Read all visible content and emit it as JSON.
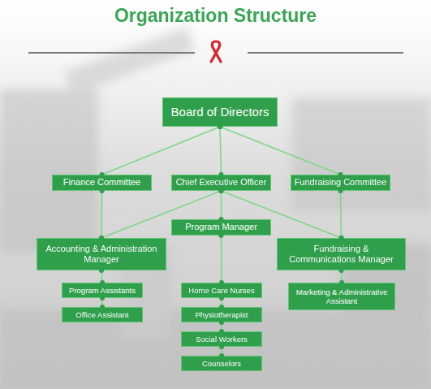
{
  "diagram": {
    "title": "Organization Structure",
    "nodes": [
      {
        "text": [
          "Board of Directors"
        ]
      },
      {
        "text": [
          "Finance Committee"
        ]
      },
      {
        "text": [
          "Chief Executive Officer"
        ]
      },
      {
        "text": [
          "Fundraising Committee"
        ]
      },
      {
        "text": [
          "Program Manager"
        ]
      },
      {
        "text": [
          "Accounting & Administration Manager"
        ]
      },
      {
        "text": [
          "Fundraising & Communications Manager"
        ]
      },
      {
        "text": [
          "Program Assistants"
        ]
      },
      {
        "text": [
          "Office Assistant"
        ]
      },
      {
        "text": [
          "Home Care Nurses"
        ]
      },
      {
        "text": [
          "Physiotherapist"
        ]
      },
      {
        "text": [
          "Social Workers"
        ]
      },
      {
        "text": [
          "Counselors"
        ]
      },
      {
        "text": [
          "Marketing & Administrative Assistant"
        ]
      }
    ],
    "edges": [
      {
        "from": 0,
        "to": 1,
        "arrow": "none"
      },
      {
        "from": 0,
        "to": 2,
        "arrow": "none"
      },
      {
        "from": 0,
        "to": 3,
        "arrow": "none"
      },
      {
        "from": 1,
        "to": 5,
        "arrow": "none"
      },
      {
        "from": 2,
        "to": 5,
        "arrow": "none"
      },
      {
        "from": 2,
        "to": 4,
        "arrow": "none"
      },
      {
        "from": 2,
        "to": 6,
        "arrow": "none"
      },
      {
        "from": 3,
        "to": 6,
        "arrow": "none"
      },
      {
        "from": 5,
        "to": 7,
        "arrow": "none"
      },
      {
        "from": 7,
        "to": 8,
        "arrow": "none"
      },
      {
        "from": 4,
        "to": 9,
        "arrow": "none"
      },
      {
        "from": 9,
        "to": 10,
        "arrow": "none"
      },
      {
        "from": 10,
        "to": 11,
        "arrow": "none"
      },
      {
        "from": 11,
        "to": 12,
        "arrow": "none"
      },
      {
        "from": 6,
        "to": 13,
        "arrow": "none"
      }
    ]
  }
}
